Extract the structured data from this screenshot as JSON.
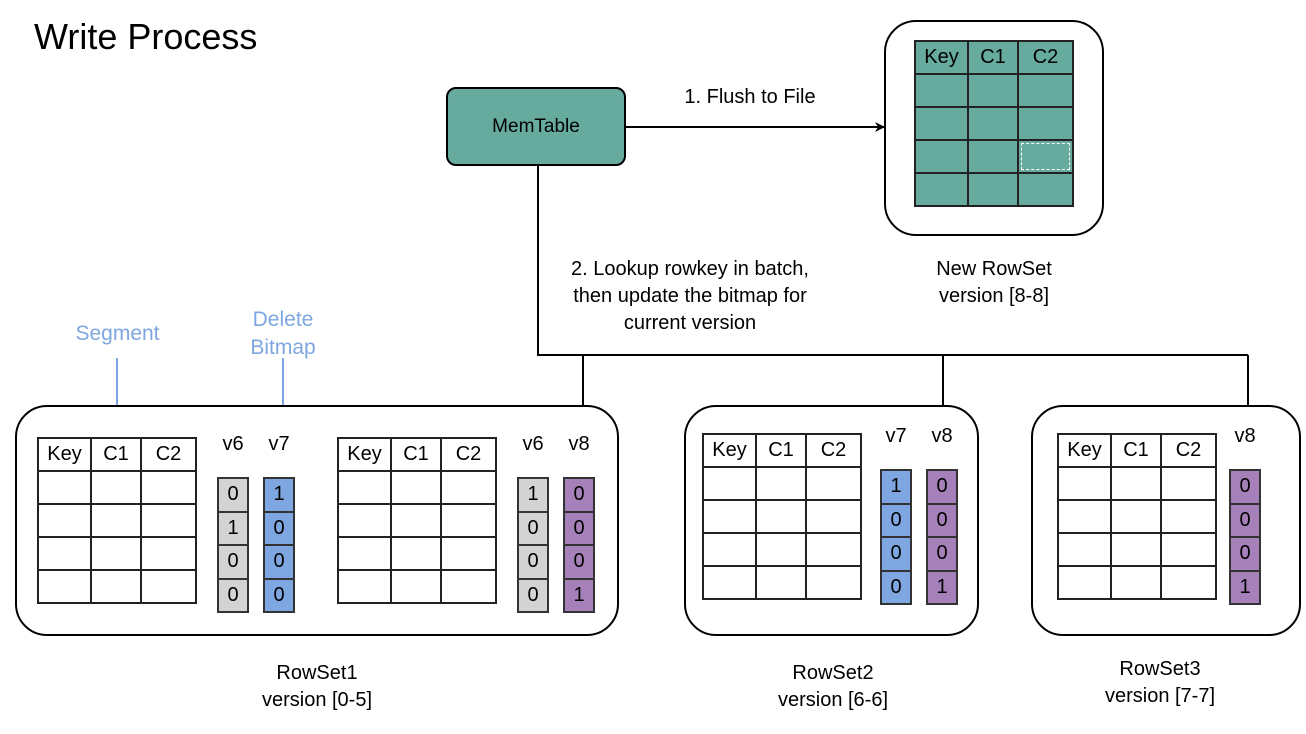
{
  "title": "Write Process",
  "colors": {
    "teal": "#67ab9f",
    "gray": "#d3d3d3",
    "blue": "#7ea6e0",
    "purple": "#a680b8",
    "annotation": "#7ea6e0"
  },
  "memtable": {
    "label": "MemTable"
  },
  "edges": {
    "flush": "1. Flush to File",
    "lookup": [
      "2. Lookup rowkey in batch,",
      "then update the bitmap for",
      "current version"
    ]
  },
  "annotations": {
    "segment": "Segment",
    "delete_bitmap": [
      "Delete",
      "Bitmap"
    ]
  },
  "table_headers": [
    "Key",
    "C1",
    "C2"
  ],
  "new_rowset": {
    "name": "New RowSet",
    "version": "version [8-8]"
  },
  "rowsets": [
    {
      "name": "RowSet1",
      "version": "version [0-5]",
      "segments": [
        {
          "bitmaps": [
            {
              "label": "v6",
              "color": "gray",
              "bits": [
                "0",
                "1",
                "0",
                "0"
              ]
            },
            {
              "label": "v7",
              "color": "blue",
              "bits": [
                "1",
                "0",
                "0",
                "0"
              ]
            }
          ]
        },
        {
          "bitmaps": [
            {
              "label": "v6",
              "color": "gray",
              "bits": [
                "1",
                "0",
                "0",
                "0"
              ]
            },
            {
              "label": "v8",
              "color": "purple",
              "bits": [
                "0",
                "0",
                "0",
                "1"
              ]
            }
          ]
        }
      ]
    },
    {
      "name": "RowSet2",
      "version": "version [6-6]",
      "segments": [
        {
          "bitmaps": [
            {
              "label": "v7",
              "color": "blue",
              "bits": [
                "1",
                "0",
                "0",
                "0"
              ]
            },
            {
              "label": "v8",
              "color": "purple",
              "bits": [
                "0",
                "0",
                "0",
                "1"
              ]
            }
          ]
        }
      ]
    },
    {
      "name": "RowSet3",
      "version": "version [7-7]",
      "segments": [
        {
          "bitmaps": [
            {
              "label": "v8",
              "color": "purple",
              "bits": [
                "0",
                "0",
                "0",
                "1"
              ]
            }
          ]
        }
      ]
    }
  ]
}
